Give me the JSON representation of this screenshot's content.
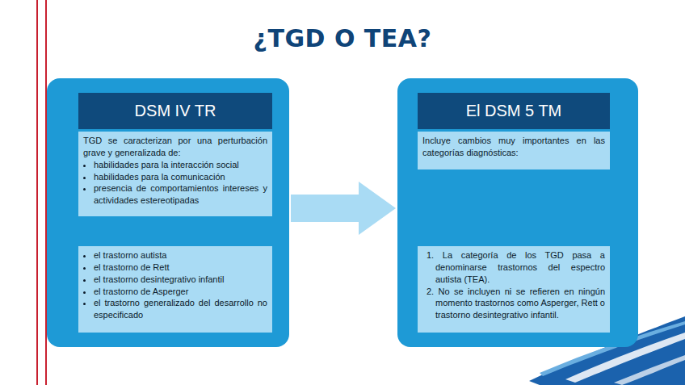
{
  "diagram": {
    "title": "¿TGD O TEA?",
    "nodes": [
      {
        "text": [
          "DSM IV TR"
        ]
      },
      {
        "text": [
          "TGD se caracterizan por una perturbación grave y generalizada de:",
          "habilidades para la interacción social",
          "habilidades para la comunicación",
          "presencia de comportamientos intereses y actividades estereotipadas"
        ],
        "in": 0
      },
      {
        "text": [
          "el trastorno autista",
          "el trastorno de Rett",
          "el trastorno desintegrativo infantil",
          "el trastorno de Asperger",
          "el trastorno generalizado del desarrollo no especificado"
        ],
        "in": 0
      },
      {
        "text": [
          "El DSM 5 TM"
        ]
      },
      {
        "text": [
          "Incluye cambios muy importantes en las categorías diagnósticas:"
        ],
        "in": 3
      },
      {
        "text": [
          "1. La categoría de los TGD pasa a denominarse trastornos del espectro autista (TEA).",
          "2. No se incluyen ni se refieren en ningún momento trastornos como Asperger, Rett o trastorno desintegrativo infantil."
        ],
        "in": 3
      }
    ],
    "edges": [
      {
        "from": 1,
        "to": 2,
        "arrow": "to"
      },
      {
        "from": 0,
        "to": 3,
        "arrow": "to"
      },
      {
        "from": 4,
        "to": 5,
        "arrow": "to"
      }
    ]
  }
}
